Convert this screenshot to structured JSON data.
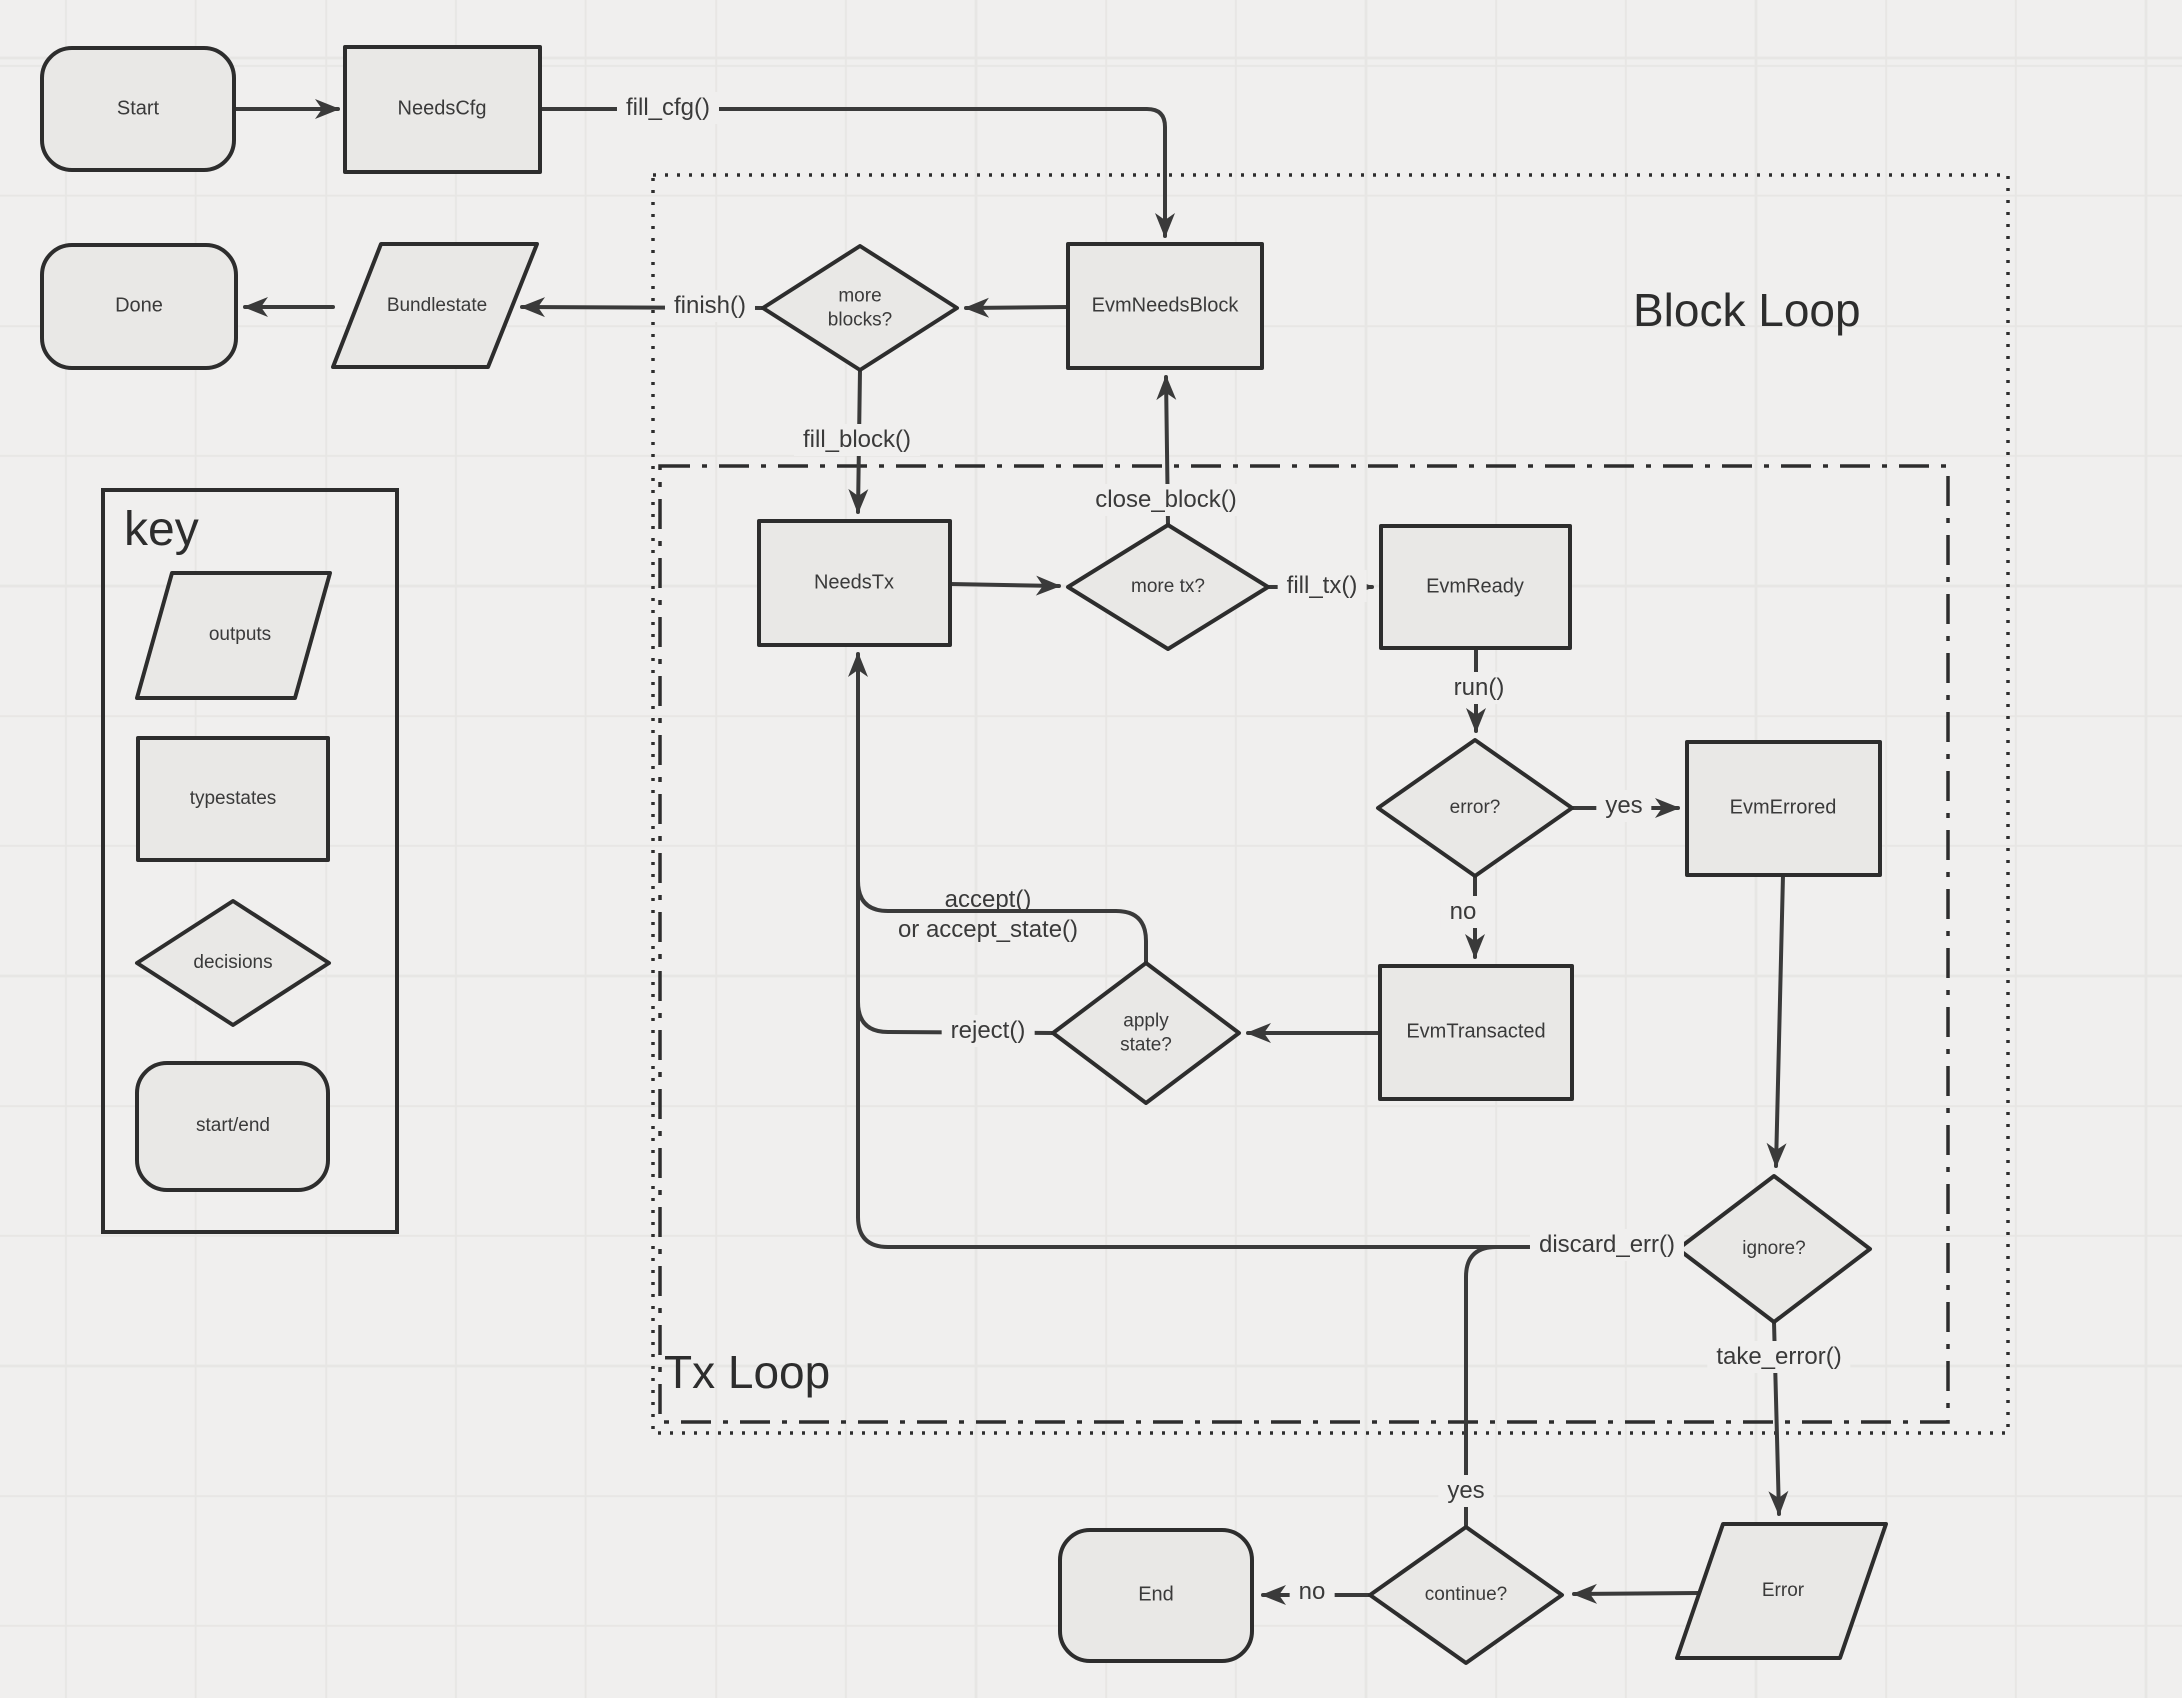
{
  "colors": {
    "background": "#f0efee",
    "grid": "#e7e6e4",
    "node_fill": "#e9e8e6",
    "node_border": "#2d2d2d",
    "line": "#3a3a3a",
    "text": "#3a3a3a"
  },
  "loops": {
    "block": {
      "label": "Block Loop"
    },
    "tx": {
      "label": "Tx Loop"
    }
  },
  "key": {
    "title": "key",
    "outputs": "outputs",
    "typestates": "typestates",
    "decisions": "decisions",
    "startend": "start/end"
  },
  "nodes": {
    "start": "Start",
    "needscfg": "NeedsCfg",
    "done": "Done",
    "bundlestate": "Bundlestate",
    "more_blocks": "more blocks?",
    "evm_needs_block": "EvmNeedsBlock",
    "needstx": "NeedsTx",
    "more_tx": "more tx?",
    "evm_ready": "EvmReady",
    "error_q": "error?",
    "evm_errored": "EvmErrored",
    "evm_transacted": "EvmTransacted",
    "apply_state": "apply state?",
    "ignore_q": "ignore?",
    "end": "End",
    "continue_q": "continue?",
    "error_out": "Error"
  },
  "edges": {
    "fill_cfg": "fill_cfg()",
    "finish": "finish()",
    "fill_block": "fill_block()",
    "close_block": "close_block()",
    "fill_tx": "fill_tx()",
    "run": "run()",
    "yes_error": "yes",
    "no_error": "no",
    "accept_line1": "accept()",
    "accept_line2": "or accept_state()",
    "reject": "reject()",
    "discard_err": "discard_err()",
    "take_error": "take_error()",
    "yes_continue": "yes",
    "no_continue": "no"
  }
}
